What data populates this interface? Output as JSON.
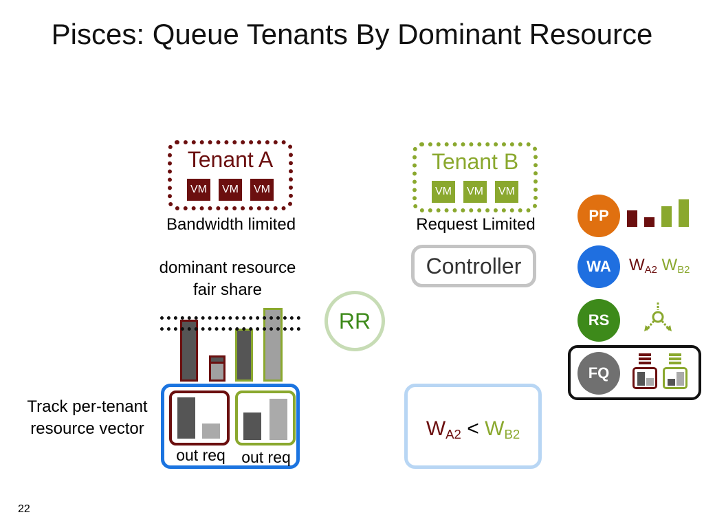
{
  "title": "Pisces: Queue Tenants By Dominant Resource",
  "tenant_a": {
    "name": "Tenant A",
    "vms": [
      "VM",
      "VM",
      "VM"
    ],
    "color": "#6b0f0f",
    "caption": "Bandwidth limited"
  },
  "tenant_b": {
    "name": "Tenant B",
    "vms": [
      "VM",
      "VM",
      "VM"
    ],
    "color": "#8aa82e",
    "caption": "Request Limited"
  },
  "controller": "Controller",
  "rr": "RR",
  "drf_label_line1": "dominant resource",
  "drf_label_line2": "fair share",
  "track_label_line1": "Track per-tenant",
  "track_label_line2": "resource vector",
  "out_req_a": "out req",
  "out_req_b": "out req",
  "weights": {
    "w": "W",
    "a2": "A2",
    "b2": "B2",
    "lt": "<"
  },
  "legend": [
    {
      "abbr": "PP",
      "color": "#e07010"
    },
    {
      "abbr": "WA",
      "color": "#1f6fe0"
    },
    {
      "abbr": "RS",
      "color": "#3d8a1a"
    },
    {
      "abbr": "FQ",
      "color": "#707070"
    }
  ],
  "slide_number": "22"
}
